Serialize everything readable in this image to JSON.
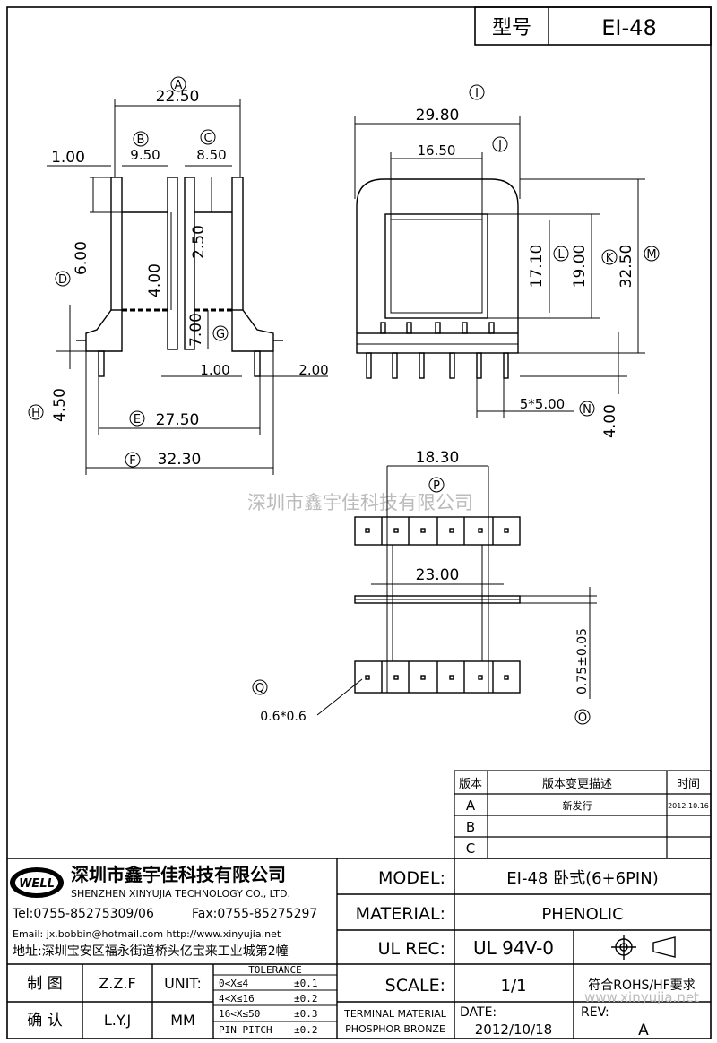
{
  "title_box": {
    "label": "型号",
    "value": "EI-48"
  },
  "dims": {
    "A": "22.50",
    "B": "9.50",
    "C": "8.50",
    "d100": "1.00",
    "d600": "6.00",
    "d250": "2.50",
    "d400": "4.00",
    "d700": "7.00",
    "d100b": "1.00",
    "d200": "2.00",
    "d450": "4.50",
    "E": "27.50",
    "F": "32.30",
    "I": "29.80",
    "J": "16.50",
    "d1710": "17.10",
    "d1900": "19.00",
    "d3250": "32.50",
    "pitch": "5*5.00",
    "d400b": "4.00",
    "P": "18.30",
    "d2300": "23.00",
    "tol": "0.75±0.05",
    "pin": "0.6*0.6"
  },
  "markers": {
    "A": "A",
    "B": "B",
    "C": "C",
    "D": "D",
    "E": "E",
    "F": "F",
    "G": "G",
    "H": "H",
    "I": "I",
    "J": "J",
    "K": "K",
    "L": "L",
    "M": "M",
    "N": "N",
    "O": "O",
    "P": "P",
    "Q": "Q"
  },
  "watermark": "深圳市鑫宇佳科技有限公司",
  "revision": {
    "headers": [
      "版本",
      "版本变更描述",
      "时间"
    ],
    "rows": [
      {
        "ver": "A",
        "desc": "新发行",
        "date": "2012.10.16"
      },
      {
        "ver": "B",
        "desc": "",
        "date": ""
      },
      {
        "ver": "C",
        "desc": "",
        "date": ""
      }
    ]
  },
  "company": {
    "logo": "WELL",
    "name_cn": "深圳市鑫宇佳科技有限公司",
    "name_en": "SHENZHEN XINYUJIA TECHNOLOGY CO., LTD.",
    "tel": "Tel:0755-85275309/06",
    "fax": "Fax:0755-85275297",
    "email": "Email: jx.bobbin@hotmail.com http://www.xinyujia.net",
    "address": "地址:深圳宝安区福永街道桥头亿宝来工业城第2幢"
  },
  "info": {
    "model_label": "MODEL:",
    "model_value": "EI-48 卧式(6+6PIN)",
    "material_label": "MATERIAL:",
    "material_value": "PHENOLIC",
    "ulrec_label": "UL REC:",
    "ulrec_value": "UL 94V-0",
    "scale_label": "SCALE:",
    "scale_value": "1/1",
    "rohs": "符合ROHS/HF要求",
    "terminal_line1": "TERMINAL MATERIAL",
    "terminal_line2": "PHOSPHOR BRONZE",
    "date_label": "DATE:",
    "date_value": "2012/10/18",
    "rev_label": "REV:",
    "rev_value": "A",
    "url_faint": "www.xinyujia.net"
  },
  "signoff": {
    "drawn_label": "制 图",
    "drawn_by": "Z.Z.F",
    "check_label": "确 认",
    "check_by": "L.Y.J",
    "unit_label": "UNIT:",
    "unit_value": "MM"
  },
  "tolerance": {
    "title": "TOLERANCE",
    "rows": [
      {
        "range": "0<X≤4",
        "tol": "±0.1"
      },
      {
        "range": "4<X≤16",
        "tol": "±0.2"
      },
      {
        "range": "16<X≤50",
        "tol": "±0.3"
      },
      {
        "range": "PIN PITCH",
        "tol": "±0.2"
      }
    ]
  }
}
